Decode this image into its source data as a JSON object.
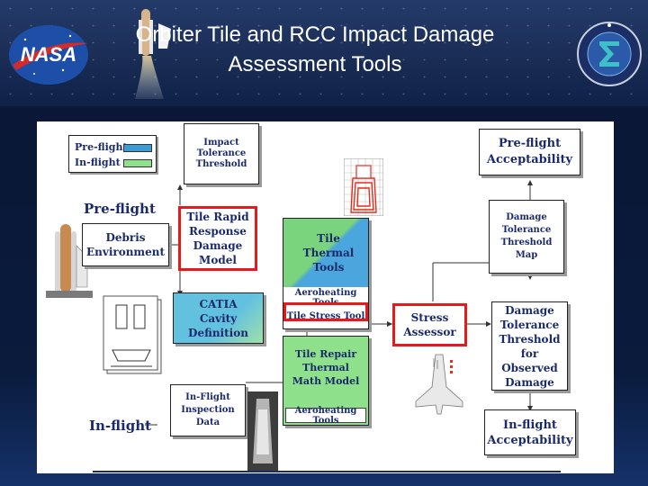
{
  "title": "Orbiter Tile and RCC Impact Damage\nAssessment Tools",
  "logos": {
    "nasa": "NASA"
  },
  "colors": {
    "legend_preflight": "#3b9bd6",
    "legend_inflight": "#8fe08a",
    "tile_thermal_fill": "#4aa6dc",
    "catia_fill": "#63c1e0",
    "highlight": "#e41b1b",
    "text": "#1a2a6b"
  },
  "legend": {
    "preflight": "Pre-flight",
    "inflight": "In-flight"
  },
  "section_labels": {
    "preflight": "Pre-flight",
    "inflight": "In-flight"
  },
  "boxes": {
    "impact_tolerance": "Impact\nTolerance\nThreshold",
    "preflight_acceptability": "Pre-flight\nAcceptability",
    "damage_tolerance_map": "Damage\nTolerance\nThreshold\nMap",
    "debris_environment": "Debris\nEnvironment",
    "tile_rapid_response": "Tile Rapid\nResponse\nDamage\nModel",
    "tile_thermal_tools": "Tile\nThermal\nTools",
    "aeroheating_tools_1": "Aeroheating Tools",
    "tile_stress_tool": "Tile Stress Tool",
    "stress_assessor": "Stress\nAssessor",
    "catia_cavity": "CATIA\nCavity Definition",
    "tile_repair_model": "Tile Repair\nThermal\nMath Model",
    "aeroheating_tools_2": "Aeroheating Tools",
    "inflight_inspection": "In-Flight\nInspection\nData",
    "damage_tolerance_observed": "Damage\nTolerance\nThreshold\nfor\nObserved\nDamage",
    "inflight_acceptability": "In-flight\nAcceptability"
  }
}
